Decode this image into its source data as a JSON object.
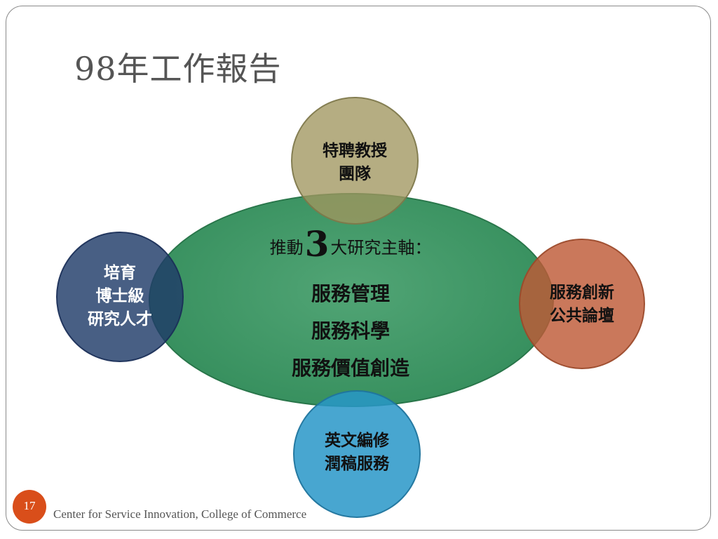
{
  "slide": {
    "title": "98年工作報告",
    "page_number": "17",
    "footer": "Center for Service Innovation, College of Commerce"
  },
  "diagram": {
    "center": {
      "heading_prefix": "推動",
      "heading_number": "3",
      "heading_suffix": "大研究主軸：",
      "items": [
        "服務管理",
        "服務科學",
        "服務價值創造"
      ]
    },
    "top": {
      "lines": [
        "特聘教授",
        "團隊"
      ],
      "color": "#a0965f"
    },
    "left": {
      "lines": [
        "培育",
        "博士級",
        "研究人才"
      ],
      "color": "#203c69"
    },
    "right": {
      "lines": [
        "服務創新",
        "公共論壇"
      ],
      "color": "#be5a37"
    },
    "bottom": {
      "lines": [
        "英文編修",
        "潤稿服務"
      ],
      "color": "#2896c8"
    },
    "ellipse_color": "#2e8b57"
  }
}
